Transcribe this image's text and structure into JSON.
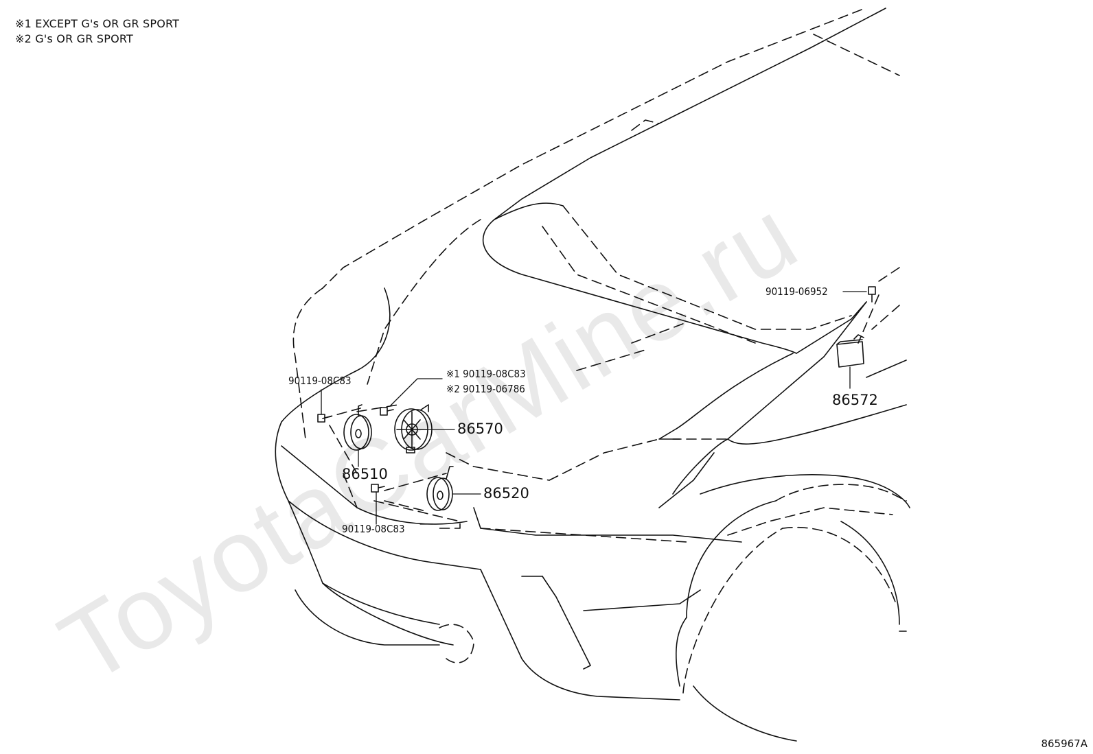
{
  "notes": [
    "※1 EXCEPT G's OR GR SPORT",
    "※2 G's OR GR SPORT"
  ],
  "watermark": "ToyotaCarMine.ru",
  "diagram_ref": "865967A",
  "labels": {
    "bolt_left_upper": "90119-08C83",
    "bolt_center_1": "※1 90119-08C83",
    "bolt_center_2": "※2 90119-06786",
    "horn_low": "86510",
    "horn_high": "86520",
    "horn_siren": "86570",
    "bolt_left_lower": "90119-08C83",
    "bolt_right": "90119-06952",
    "module_right": "86572"
  }
}
